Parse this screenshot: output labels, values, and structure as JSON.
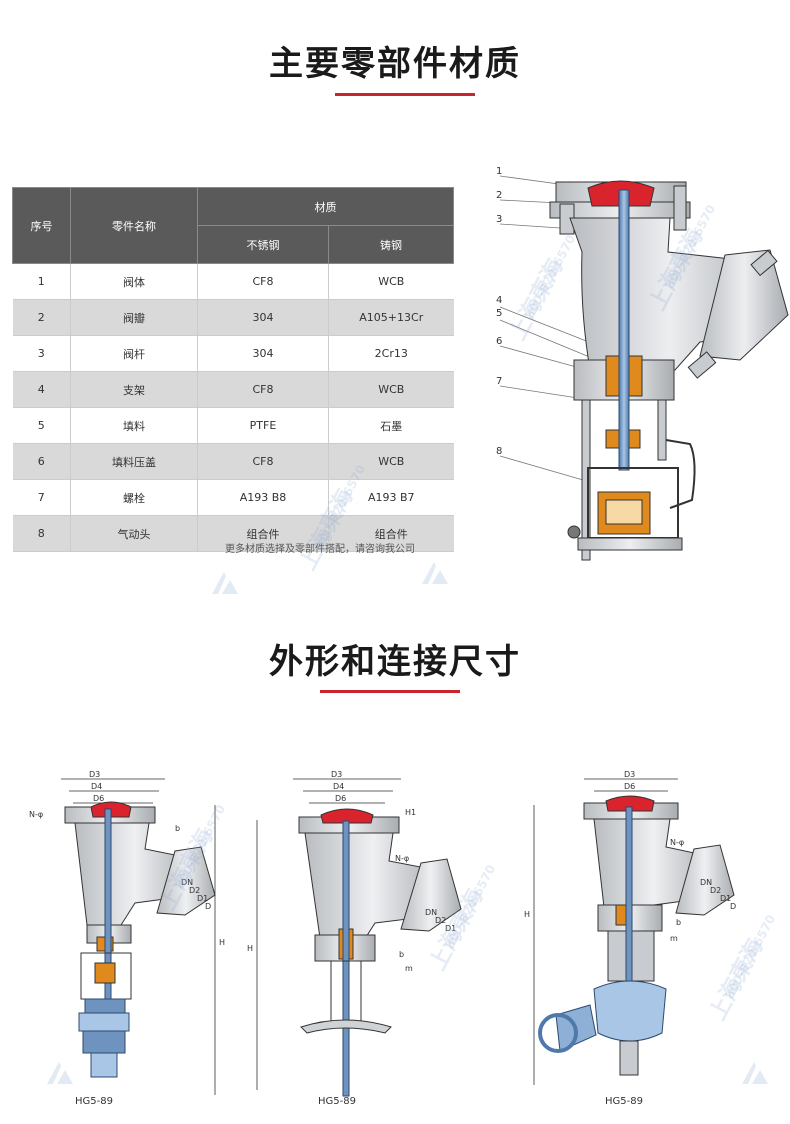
{
  "section1": {
    "title": "主要零部件材质"
  },
  "table": {
    "headers": {
      "index": "序号",
      "name": "零件名称",
      "material": "材质",
      "stainless": "不锈钢",
      "cast": "铸钢"
    },
    "rows": [
      {
        "index": "1",
        "name": "阀体",
        "stainless": "CF8",
        "cast": "WCB"
      },
      {
        "index": "2",
        "name": "阀瓣",
        "stainless": "304",
        "cast": "A105+13Cr"
      },
      {
        "index": "3",
        "name": "阀杆",
        "stainless": "304",
        "cast": "2Cr13"
      },
      {
        "index": "4",
        "name": "支架",
        "stainless": "CF8",
        "cast": "WCB"
      },
      {
        "index": "5",
        "name": "填料",
        "stainless": "PTFE",
        "cast": "石墨"
      },
      {
        "index": "6",
        "name": "填料压盖",
        "stainless": "CF8",
        "cast": "WCB"
      },
      {
        "index": "7",
        "name": "螺栓",
        "stainless": "A193 B8",
        "cast": "A193 B7"
      },
      {
        "index": "8",
        "name": "气动头",
        "stainless": "组合件",
        "cast": "组合件"
      }
    ],
    "note": "更多材质选择及零部件搭配，请咨询我公司"
  },
  "section_diagram": {
    "callouts": [
      "1",
      "2",
      "3",
      "4",
      "5",
      "6",
      "7",
      "8"
    ]
  },
  "section2": {
    "title": "外形和连接尺寸"
  },
  "drawings": [
    {
      "model": "HG5-89",
      "labels": {
        "d3": "D3",
        "d4": "D4",
        "d6": "D6",
        "n": "N-φ",
        "dn": "DN",
        "d2": "D2",
        "d1": "D1",
        "d": "D",
        "b": "b",
        "h": "H"
      }
    },
    {
      "model": "HG5-89",
      "labels": {
        "d3": "D3",
        "d4": "D4",
        "d6": "D6",
        "h1": "H1",
        "n": "N-φ",
        "dn": "DN",
        "d2": "D2",
        "d1": "D1",
        "b": "b",
        "m": "m",
        "h": "H"
      }
    },
    {
      "model": "HG5-89",
      "labels": {
        "d3": "D3",
        "d6": "D6",
        "n": "N-φ",
        "dn": "DN",
        "d2": "D2",
        "d1": "D1",
        "d": "D",
        "b": "b",
        "m": "m",
        "h": "H"
      }
    }
  ],
  "watermark": {
    "brand": "上海東海",
    "phone": "800-820-6570"
  },
  "colors": {
    "accent_red": "#c8252c",
    "table_header": "#5a5a5a",
    "stem_blue": "#6f93bf",
    "orange": "#e08a1e",
    "disc_red": "#d9232d"
  }
}
